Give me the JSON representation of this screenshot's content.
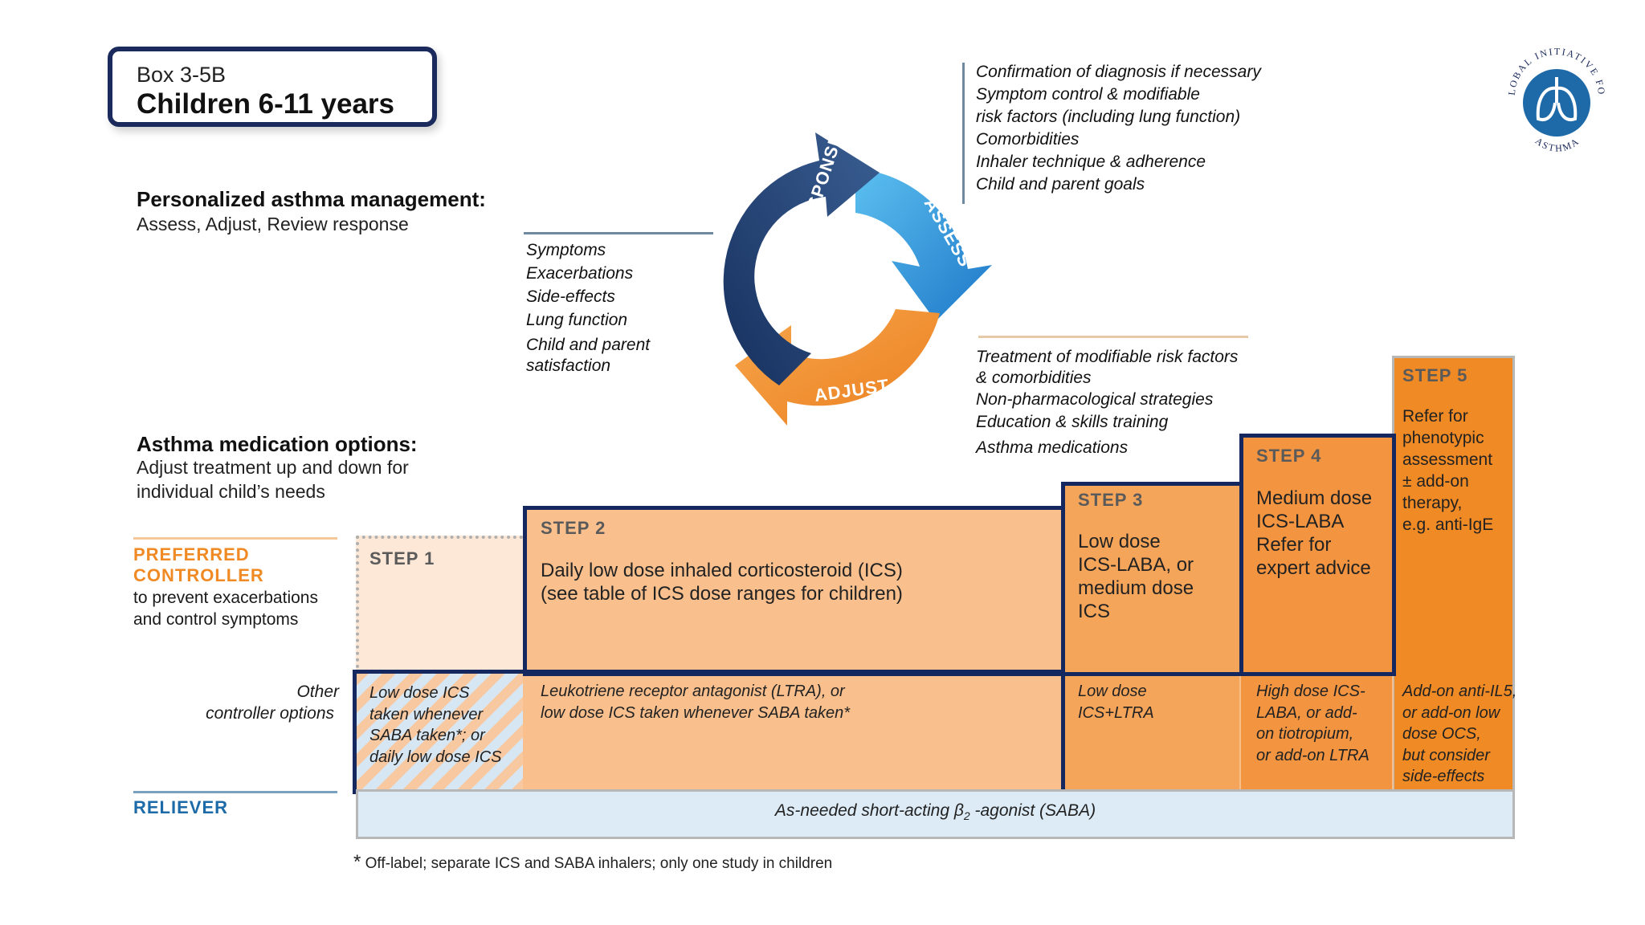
{
  "title": {
    "box_label": "Box 3-5B",
    "box_title": "Children 6-11 years"
  },
  "management": {
    "heading": "Personalized asthma management:",
    "subtext": "Assess, Adjust, Review response"
  },
  "cycle": {
    "review_label": "REVIEW RESPONSE",
    "assess_label": "ASSESS",
    "adjust_label": "ADJUST"
  },
  "assess_items": [
    "Confirmation of diagnosis if necessary",
    "Symptom control & modifiable",
    "risk factors (including lung function)",
    "Comorbidities",
    "Inhaler technique & adherence",
    "Child and parent goals"
  ],
  "review_items": [
    "Symptoms",
    "Exacerbations",
    "Side-effects",
    "Lung function",
    "Child and parent",
    "satisfaction"
  ],
  "adjust_items": [
    "Treatment of modifiable risk factors",
    "& comorbidities",
    "Non-pharmacological strategies",
    "Education & skills training",
    "Asthma medications"
  ],
  "medication": {
    "heading": "Asthma medication options:",
    "line1": "Adjust treatment up and down for",
    "line2": "individual child’s needs"
  },
  "rows": {
    "preferred_line1": "PREFERRED",
    "preferred_line2": "CONTROLLER",
    "preferred_sub1": "to prevent exacerbations",
    "preferred_sub2": "and control symptoms",
    "other_line1": "Other",
    "other_line2": "controller options",
    "reliever": "RELIEVER"
  },
  "steps": {
    "step1": {
      "title": "STEP 1",
      "other": [
        "Low dose ICS",
        "taken whenever",
        "SABA taken*; or",
        "daily low dose ICS"
      ]
    },
    "step2": {
      "title": "STEP 2",
      "preferred": [
        "Daily low dose inhaled corticosteroid (ICS)",
        "(see table of ICS dose ranges for children)"
      ],
      "other": [
        "Leukotriene receptor antagonist (LTRA), or",
        "low dose ICS taken whenever SABA taken*"
      ]
    },
    "step3": {
      "title": "STEP 3",
      "preferred": [
        "Low dose",
        "ICS-LABA, or",
        "medium dose",
        "ICS"
      ],
      "other": [
        "Low dose",
        "ICS+LTRA"
      ]
    },
    "step4": {
      "title": "STEP 4",
      "preferred": [
        "Medium dose",
        "ICS-LABA",
        "Refer for",
        "expert advice"
      ],
      "other": [
        "High dose ICS-",
        "LABA, or add-",
        "on tiotropium,",
        "or add-on LTRA"
      ]
    },
    "step5": {
      "title": "STEP 5",
      "preferred": [
        "Refer for",
        "phenotypic",
        "assessment",
        "± add-on",
        "therapy,",
        "e.g. anti-IgE"
      ],
      "other": [
        "Add-on anti-IL5,",
        "or add-on low",
        "dose OCS,",
        "but consider",
        "side-effects"
      ]
    }
  },
  "reliever": {
    "pre": "As-needed short-acting β",
    "sub": "2",
    "post": " -agonist (SABA)"
  },
  "footnote": {
    "mark": "*",
    "text": " Off-label; separate ICS and SABA inhalers; only one study in children"
  },
  "logo": {
    "top_text": "GLOBAL INITIATIVE FOR",
    "bottom_text": "ASTHMA"
  },
  "colors": {
    "navy": "#14285f",
    "orange": "#f08a24",
    "blue_arrow": "#2e8fd6",
    "dark_arrow": "#1e3a6e",
    "step1_fill": "#fde8d8",
    "step2_fill": "#f9c08e",
    "step5_fill": "#f08a24",
    "reliever_fill": "#dcebf6"
  }
}
